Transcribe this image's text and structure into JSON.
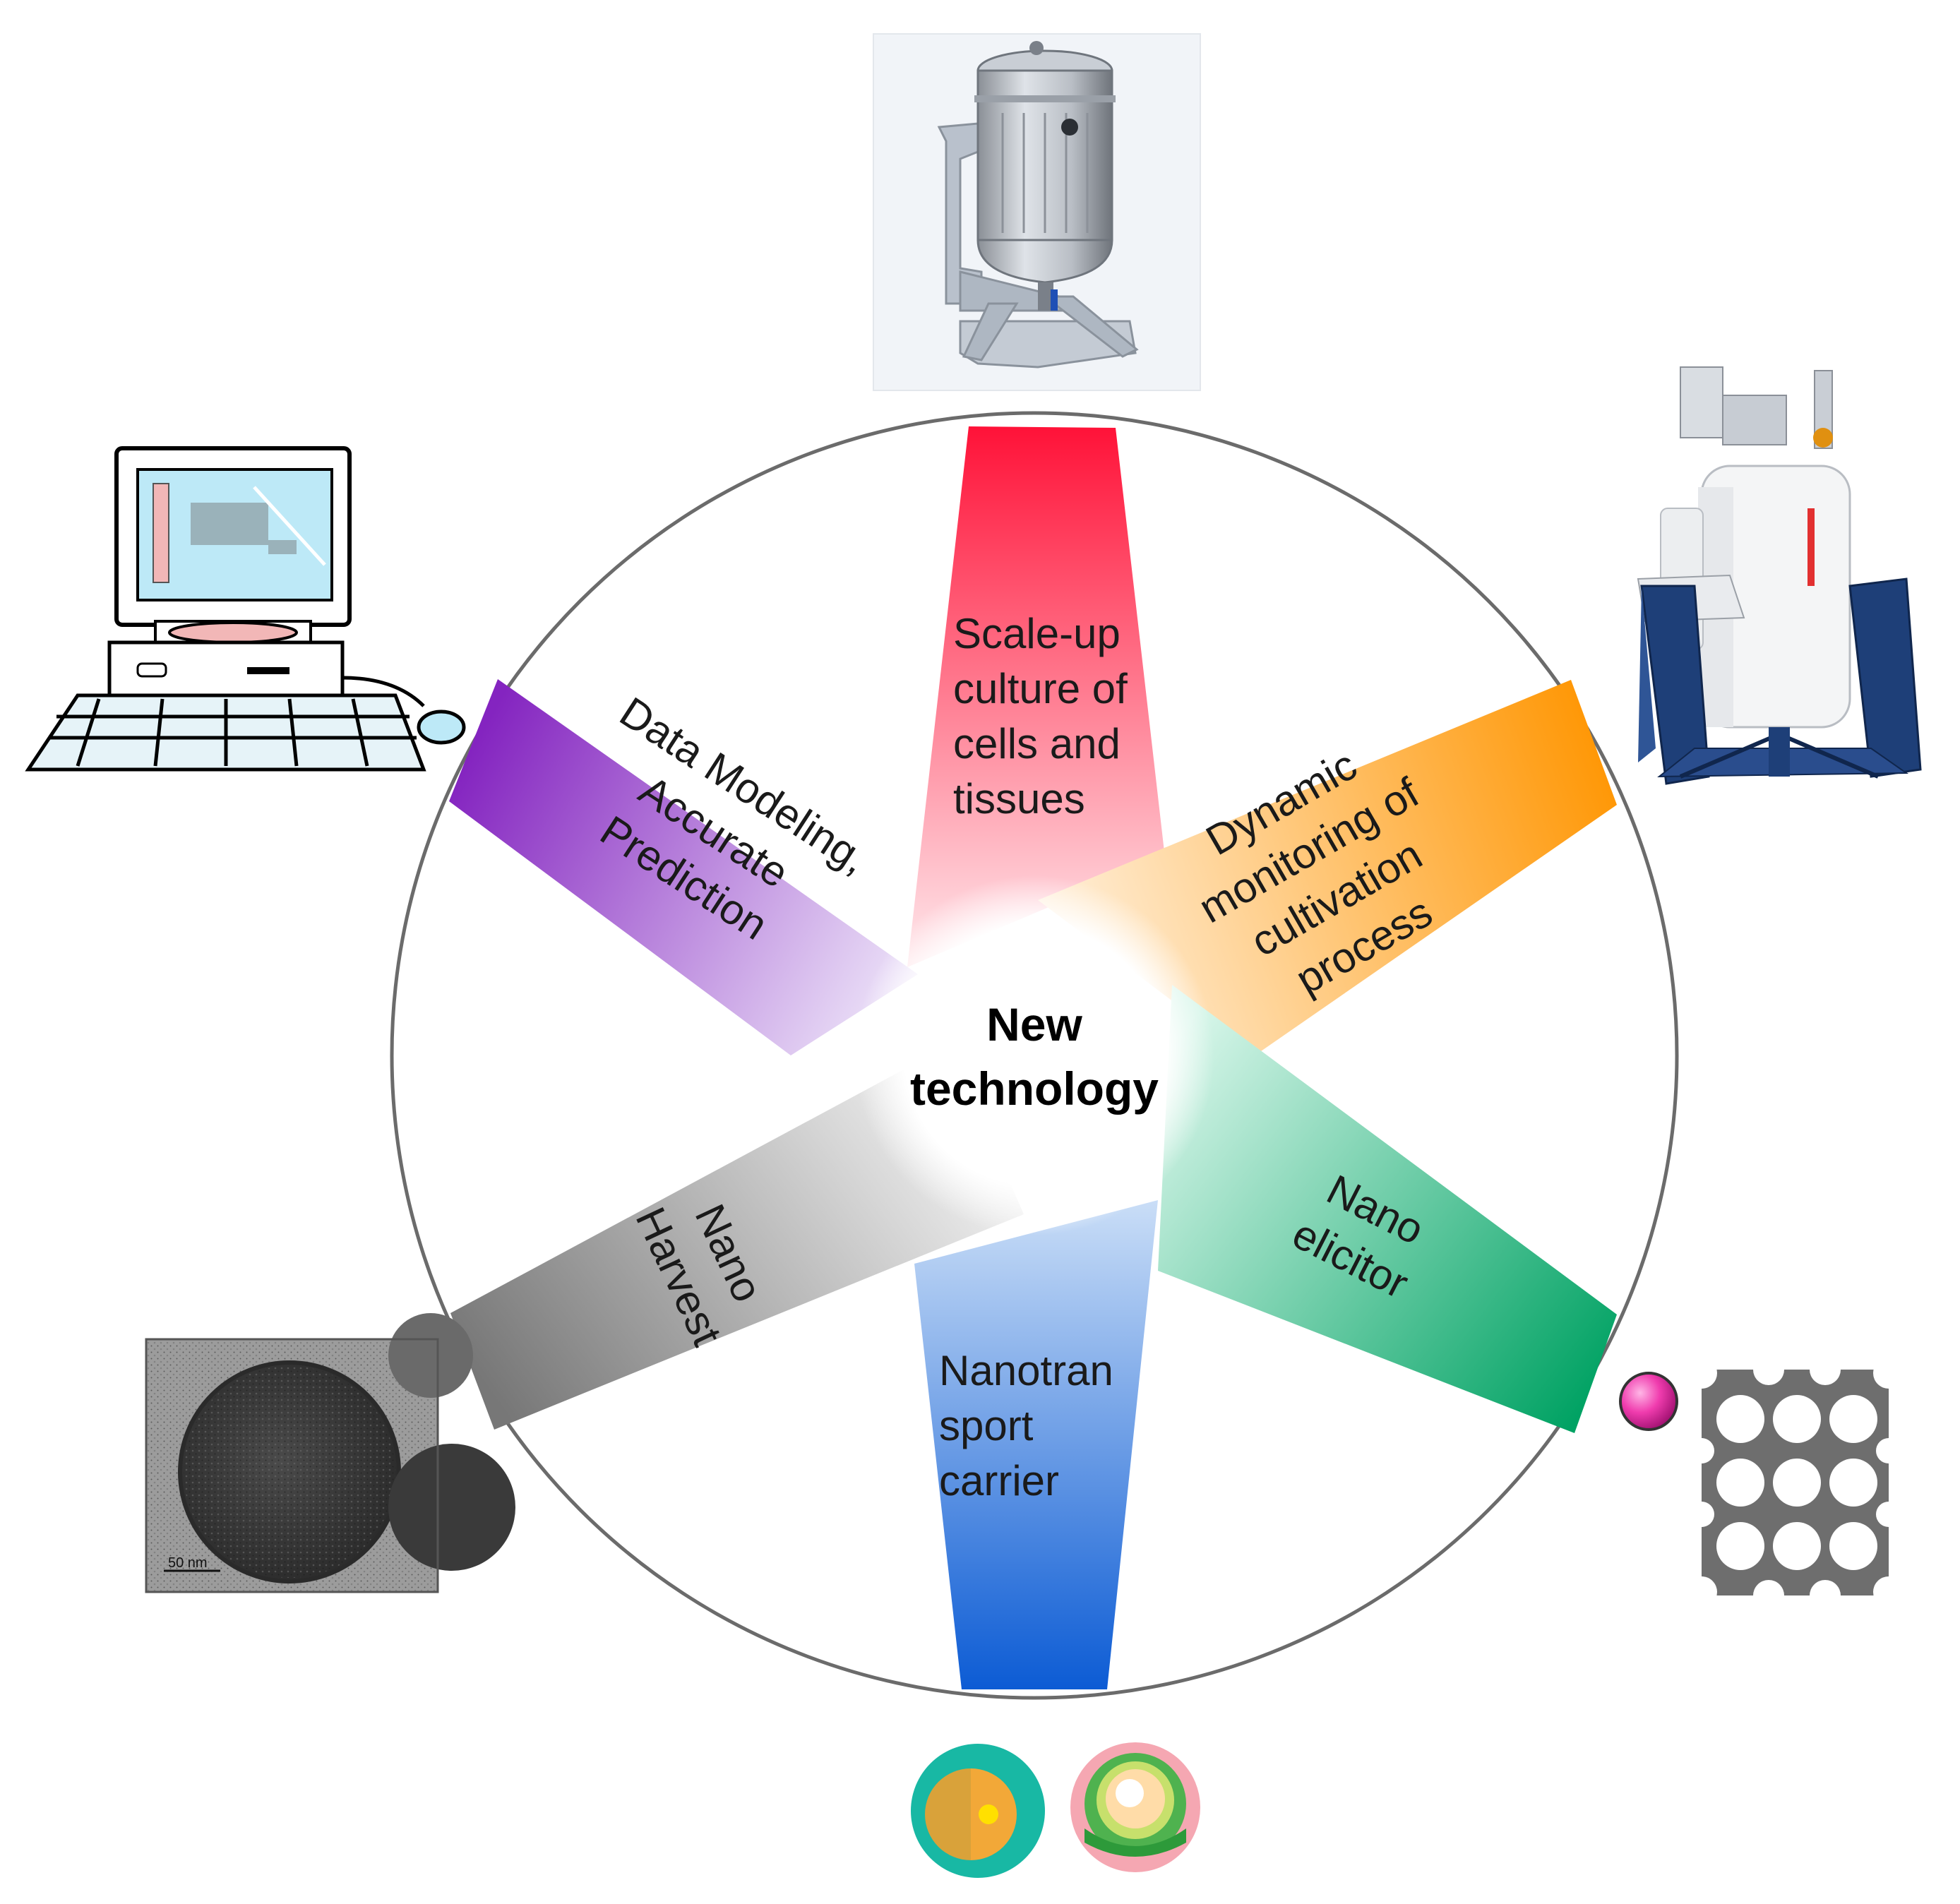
{
  "center": {
    "line1": "New",
    "line2": "technology"
  },
  "blades": [
    {
      "id": "scale-up",
      "lines": [
        "Scale-up",
        "culture of",
        "cells and",
        "tissues"
      ],
      "color": "#ff1f3d"
    },
    {
      "id": "monitoring",
      "lines": [
        "Dynamic",
        "monitoring of",
        "cultivation",
        "process"
      ],
      "color": "#ff9900"
    },
    {
      "id": "elicitor",
      "lines": [
        "Nano",
        "elicitor"
      ],
      "color": "#00a868"
    },
    {
      "id": "transport",
      "lines": [
        "Nanotran",
        "sport",
        "carrier"
      ],
      "color": "#0a5ed6"
    },
    {
      "id": "harvest",
      "lines": [
        "Nano",
        "Harvest"
      ],
      "color": "#7a7a7a"
    },
    {
      "id": "modeling",
      "lines": [
        "Data Modeling,",
        "Accurate",
        "Prediction"
      ],
      "color": "#8a2bc4"
    }
  ],
  "images": {
    "bioreactor": "bioreactor-icon",
    "nmr": "nmr-spectrometer-icon",
    "computer": "computer-icon",
    "tem": "tem-micrograph",
    "tem_scale": "50 nm",
    "porous": "porous-nanoparticle-icon",
    "core_shell": "core-shell-nanoparticle-icon"
  }
}
